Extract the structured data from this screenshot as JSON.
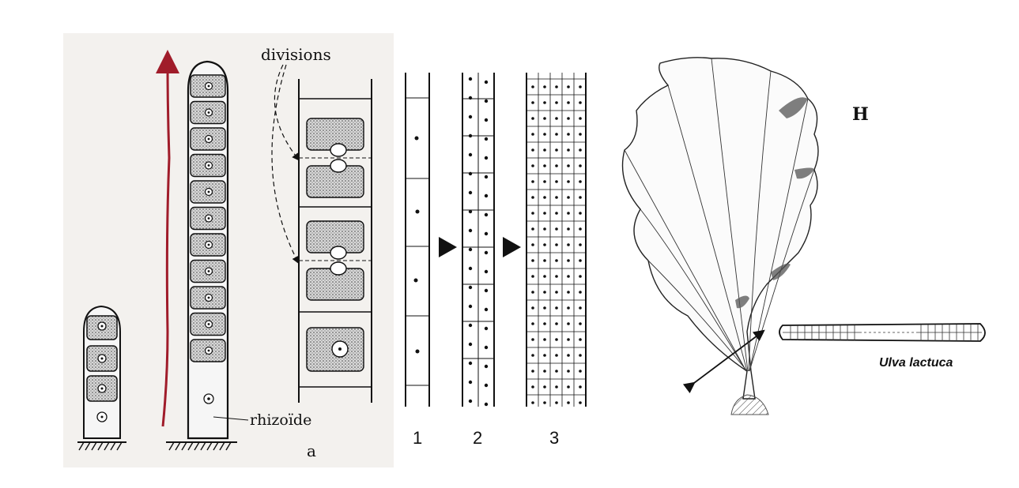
{
  "labels": {
    "divisions": "divisions",
    "rhizoide": "rhizoïde",
    "panel_a": "a",
    "stage_1": "1",
    "stage_2": "2",
    "stage_3": "3",
    "panel_h": "H",
    "species": "Ulva lactuca"
  },
  "colors": {
    "growth_arrow": "#a01c2a",
    "panel_bg": "#f3f1ee",
    "ink": "#1a1a1a"
  },
  "icons": {
    "growth_arrow": "arrow-up-icon",
    "sequence_arrow": "triangle-right-icon",
    "thickness_arrow": "double-arrow-icon"
  }
}
